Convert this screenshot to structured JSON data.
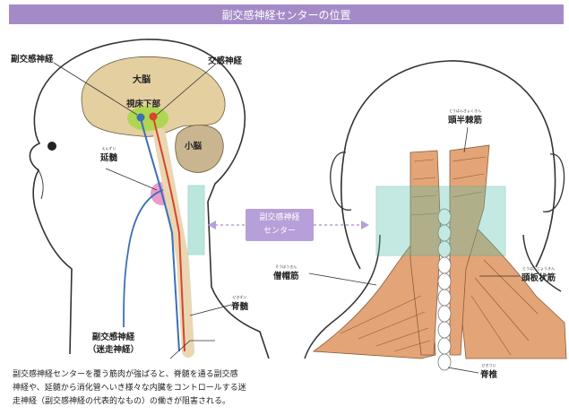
{
  "header": {
    "title": "副交感神経センターの位置"
  },
  "labels": {
    "parasympathetic": "副交感神経",
    "sympathetic": "交感神経",
    "cerebrum": "大脳",
    "hypothalamus": "視床下部",
    "cerebellum": "小脳",
    "medulla": {
      "text": "延髄",
      "ruby": "えんずい"
    },
    "spinal_cord": {
      "text": "脊髄",
      "ruby": "せきずい"
    },
    "vagus_line1": "副交感神経",
    "vagus_line2": "（迷走神経）",
    "center_line1": "副交感神経",
    "center_line2": "センター",
    "semispinalis": {
      "text": "頭半棘筋",
      "ruby": "とうはんきょくきん"
    },
    "trapezius": {
      "text": "僧帽筋",
      "ruby": "そうぼうきん"
    },
    "splenius": {
      "text": "頭板状筋",
      "ruby": "とうばんじょうきん"
    },
    "vertebra": {
      "text": "脊椎",
      "ruby": "せきつい"
    }
  },
  "caption": {
    "line1": "副交感神経センターを覆う筋肉が強ばると、脊髄を通る副交感",
    "line2": "神経や、延髄から消化管へいき様々な内臓をコントロールする迷",
    "line3": "走神経（副交感神経の代表的なもの）の働きが阻害される。"
  },
  "colors": {
    "header": "#a48bc7",
    "skin_outline": "#333333",
    "brain": "#e3cfa0",
    "cerebellum": "#c9b58f",
    "hypothalamus_glow": "#a8d64a",
    "medulla_glow": "#e889c4",
    "nerve_blue": "#3c6fb5",
    "nerve_red": "#d9442a",
    "teal_box": "#56c2ad",
    "muscle": "#e3a577",
    "center_box": "#b79fd9"
  }
}
